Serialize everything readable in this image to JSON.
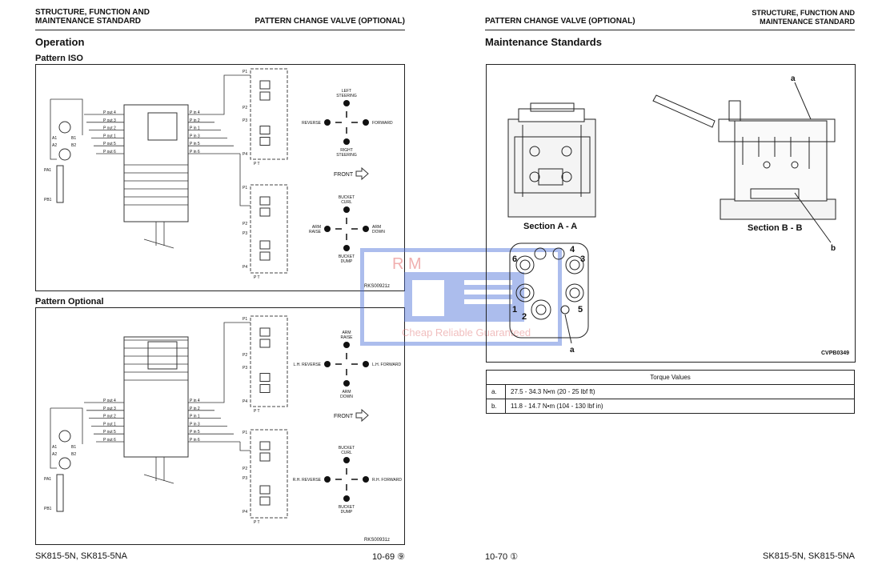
{
  "left_page": {
    "header_left_1": "STRUCTURE, FUNCTION AND",
    "header_left_2": "MAINTENANCE STANDARD",
    "header_right": "PATTERN CHANGE VALVE (OPTIONAL)",
    "section_title": "Operation",
    "iso": {
      "title": "Pattern ISO",
      "code": "RKS00921z",
      "cross1": {
        "top": [
          "LEFT",
          "STEERING"
        ],
        "left": "REVERSE",
        "right": "FORWARD",
        "bottom": [
          "RIGHT",
          "STEERING"
        ]
      },
      "cross2": {
        "top": [
          "BUCKET",
          "CURL"
        ],
        "left": [
          "ARM",
          "RAISE"
        ],
        "right": [
          "ARM",
          "DOWN"
        ],
        "bottom": [
          "BUCKET",
          "DUMP"
        ]
      }
    },
    "optional": {
      "title": "Pattern Optional",
      "code": "RKS00931z",
      "cross1": {
        "top": [
          "ARM",
          "RAISE"
        ],
        "left": "L.H. REVERSE",
        "right": "L.H. FORWARD",
        "bottom": [
          "ARM",
          "DOWN"
        ]
      },
      "cross2": {
        "top": [
          "BUCKET",
          "CURL"
        ],
        "left": "R.H. REVERSE",
        "right": "R.H. FORWARD",
        "bottom": [
          "BUCKET",
          "DUMP"
        ]
      }
    },
    "front_label": "FRONT",
    "pout": [
      "P out 4",
      "P out 3",
      "P out 2",
      "P out 1",
      "P out 5",
      "P out 6"
    ],
    "pin": [
      "P in 4",
      "P in 2",
      "P in 1",
      "P in 3",
      "P in 5",
      "P in 6"
    ],
    "ports": [
      "P1",
      "P2",
      "P3",
      "P4"
    ],
    "pump_labels": [
      "A1",
      "B1",
      "A2",
      "B2",
      "PA1",
      "PB1",
      "P",
      "T"
    ],
    "footer_model": "SK815-5N, SK815-5NA",
    "footer_page": "10-69 ⑨"
  },
  "right_page": {
    "header_left": "PATTERN CHANGE VALVE (OPTIONAL)",
    "header_right_1": "STRUCTURE, FUNCTION AND",
    "header_right_2": "MAINTENANCE STANDARD",
    "section_title": "Maintenance Standards",
    "section_aa": "Section A - A",
    "section_bb": "Section B - B",
    "callouts": [
      "a",
      "b",
      "a"
    ],
    "port_numbers": [
      "6",
      "4",
      "3",
      "1",
      "2",
      "5"
    ],
    "figure_code": "CVPB0349",
    "torque": {
      "header": "Torque Values",
      "rows": [
        {
          "key": "a.",
          "value": "27.5 - 34.3 N•m (20 - 25 lbf ft)"
        },
        {
          "key": "b.",
          "value": "11.8 - 14.7 N•m (104 - 130 lbf in)"
        }
      ]
    },
    "footer_page": "10-70 ①",
    "footer_model": "SK815-5N, SK815-5NA"
  },
  "watermark": {
    "logo": "RM",
    "tagline": "Cheap Reliable Guaranteed",
    "color": "#4a6fd8"
  }
}
